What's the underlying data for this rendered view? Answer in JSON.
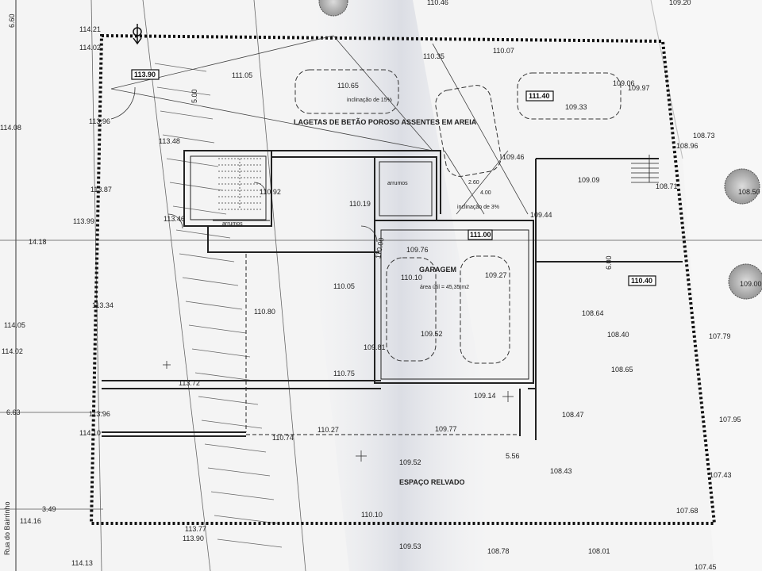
{
  "plan": {
    "annotations": {
      "paving_note": "LAGETAS DE BETÃO POROSO ASSENTES EM AREIA",
      "lawn_note": "ESPAÇO RELVADO",
      "garage_title": "GARAGEM",
      "garage_area": "área útil = 45,35 m2",
      "ramp_slope_15": "inclinação de 15%",
      "ramp_slope_3": "inclinação de 3%",
      "storage_1": "arrumos",
      "storage_2": "arrumos",
      "street_name": "Rua do Bairrinho"
    },
    "level_boxes": {
      "entrance": "113.90",
      "upper_ramp": "111.40",
      "garage_floor": "111.00",
      "garden": "110.40"
    },
    "dimensions": {
      "d_660": "6.60",
      "d_500": "5.00",
      "d_600": "6.00",
      "d_556": "5.56",
      "d_663": "6.63",
      "d_349": "3.49",
      "d_260": "2.60",
      "d_400": "4.00",
      "d_1418": "14.18"
    },
    "spot_elevations": {
      "e01": "114.21",
      "e02": "114.02",
      "e03": "113.96",
      "e04": "114.08",
      "e05": "113.87",
      "e06": "113.99",
      "e07": "113.48",
      "e08": "113.46",
      "e09": "113.34",
      "e10": "114.05",
      "e11": "114.02",
      "e12": "113.72",
      "e13": "113.96",
      "e14": "114.10",
      "e15": "114.16",
      "e16": "113.77",
      "e17": "113.90",
      "e18": "114.13",
      "e19": "111.05",
      "e20": "110.35",
      "e21": "110.07",
      "e22": "110.65",
      "e23": "109.33",
      "e24": "109.06",
      "e25": "109.97",
      "e26": "109.46",
      "e27": "109.09",
      "e28": "108.73",
      "e29": "108.96",
      "e30": "108.71",
      "e31": "110.92",
      "e32": "110.19",
      "e33": "109.44",
      "e34": "109.76",
      "e35": "110.10",
      "e36": "109.27",
      "e37": "110.05",
      "e38": "110.80",
      "e39": "109.81",
      "e40": "109.52",
      "e41": "108.64",
      "e42": "108.40",
      "e43": "108.65",
      "e44": "107.79",
      "e45": "110.75",
      "e46": "109.14",
      "e47": "108.47",
      "e48": "107.95",
      "e49": "110.27",
      "e50": "109.77",
      "e51": "110.74",
      "e52": "109.52",
      "e53": "108.43",
      "e54": "107.43",
      "e55": "110.10",
      "e56": "107.68",
      "e57": "109.53",
      "e58": "108.78",
      "e59": "108.01",
      "e60": "107.45",
      "e61": "110.46",
      "e62": "109.20",
      "e63": "110.00",
      "e64": "108.50",
      "e65": "109.00"
    }
  }
}
